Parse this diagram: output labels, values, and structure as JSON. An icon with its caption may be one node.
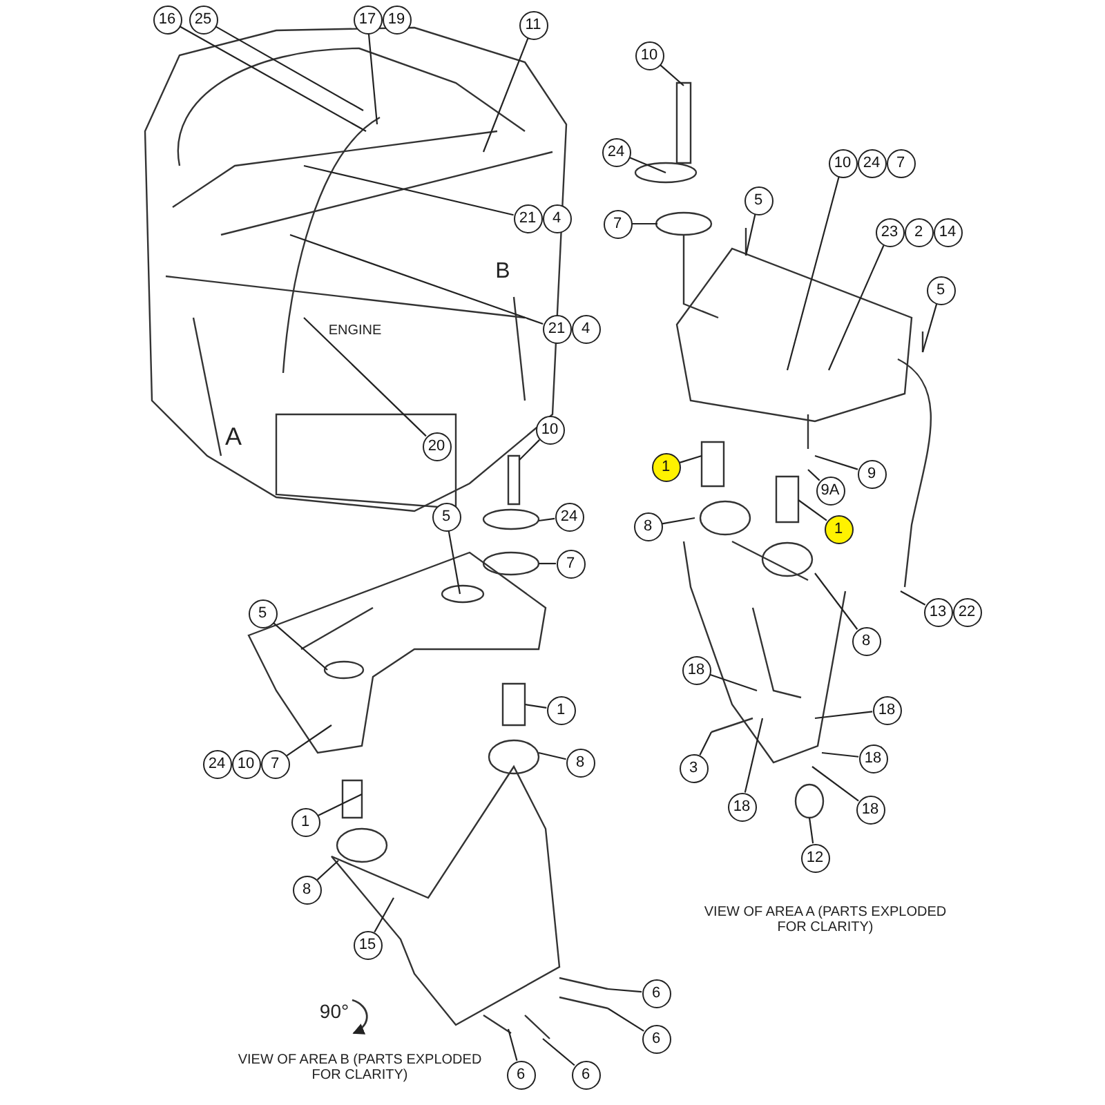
{
  "diagram": {
    "nodes": [
      {
        "text": [
          "16"
        ]
      },
      {
        "text": [
          "25"
        ]
      },
      {
        "text": [
          "17"
        ]
      },
      {
        "text": [
          "19"
        ]
      },
      {
        "text": [
          "11"
        ]
      },
      {
        "text": [
          "21"
        ]
      },
      {
        "text": [
          "4"
        ]
      },
      {
        "text": [
          "21"
        ]
      },
      {
        "text": [
          "4"
        ]
      },
      {
        "text": [
          "20"
        ]
      },
      {
        "text": [
          "10"
        ]
      },
      {
        "text": [
          "24"
        ]
      },
      {
        "text": [
          "7"
        ]
      },
      {
        "text": [
          "5"
        ]
      },
      {
        "text": [
          "10"
        ]
      },
      {
        "text": [
          "24"
        ]
      },
      {
        "text": [
          "7"
        ]
      },
      {
        "text": [
          "23"
        ]
      },
      {
        "text": [
          "2"
        ]
      },
      {
        "text": [
          "14"
        ]
      },
      {
        "text": [
          "5"
        ]
      },
      {
        "text": [
          "1"
        ]
      },
      {
        "text": [
          "9"
        ]
      },
      {
        "text": [
          "9A"
        ]
      },
      {
        "text": [
          "1"
        ]
      },
      {
        "text": [
          "8"
        ]
      },
      {
        "text": [
          "8"
        ]
      },
      {
        "text": [
          "13"
        ]
      },
      {
        "text": [
          "22"
        ]
      },
      {
        "text": [
          "18"
        ]
      },
      {
        "text": [
          "18"
        ]
      },
      {
        "text": [
          "3"
        ]
      },
      {
        "text": [
          "18"
        ]
      },
      {
        "text": [
          "18"
        ]
      },
      {
        "text": [
          "18"
        ]
      },
      {
        "text": [
          "12"
        ]
      },
      {
        "text": [
          "10"
        ]
      },
      {
        "text": [
          "5"
        ]
      },
      {
        "text": [
          "24"
        ]
      },
      {
        "text": [
          "7"
        ]
      },
      {
        "text": [
          "5"
        ]
      },
      {
        "text": [
          "1"
        ]
      },
      {
        "text": [
          "24"
        ]
      },
      {
        "text": [
          "10"
        ]
      },
      {
        "text": [
          "7"
        ]
      },
      {
        "text": [
          "8"
        ]
      },
      {
        "text": [
          "1"
        ]
      },
      {
        "text": [
          "8"
        ]
      },
      {
        "text": [
          "15"
        ]
      },
      {
        "text": [
          "6"
        ]
      },
      {
        "text": [
          "6"
        ]
      },
      {
        "text": [
          "6"
        ]
      },
      {
        "text": [
          "6"
        ]
      }
    ],
    "edges": [
      {
        "from": 0,
        "to": null,
        "arrow": "none"
      },
      {
        "from": 1,
        "to": null,
        "arrow": "none"
      },
      {
        "from": 2,
        "to": null,
        "arrow": "none"
      },
      {
        "from": 4,
        "to": null,
        "arrow": "none"
      },
      {
        "from": 5,
        "to": null,
        "arrow": "none"
      },
      {
        "from": 7,
        "to": null,
        "arrow": "none"
      },
      {
        "from": 9,
        "to": null,
        "arrow": "none"
      },
      {
        "from": 10,
        "to": null,
        "arrow": "none"
      },
      {
        "from": 11,
        "to": null,
        "arrow": "none"
      },
      {
        "from": 12,
        "to": null,
        "arrow": "none"
      },
      {
        "from": 13,
        "to": null,
        "arrow": "none"
      },
      {
        "from": 14,
        "to": null,
        "arrow": "none"
      },
      {
        "from": 17,
        "to": null,
        "arrow": "none"
      },
      {
        "from": 20,
        "to": null,
        "arrow": "none"
      },
      {
        "from": 21,
        "to": null,
        "arrow": "none"
      },
      {
        "from": 22,
        "to": null,
        "arrow": "none"
      },
      {
        "from": 23,
        "to": null,
        "arrow": "none"
      },
      {
        "from": 24,
        "to": null,
        "arrow": "none"
      },
      {
        "from": 25,
        "to": null,
        "arrow": "none"
      },
      {
        "from": 26,
        "to": null,
        "arrow": "none"
      },
      {
        "from": 27,
        "to": null,
        "arrow": "none"
      },
      {
        "from": 29,
        "to": null,
        "arrow": "none"
      },
      {
        "from": 30,
        "to": null,
        "arrow": "none"
      },
      {
        "from": 31,
        "to": null,
        "arrow": "none"
      },
      {
        "from": 32,
        "to": null,
        "arrow": "none"
      },
      {
        "from": 33,
        "to": null,
        "arrow": "none"
      },
      {
        "from": 34,
        "to": null,
        "arrow": "none"
      },
      {
        "from": 35,
        "to": null,
        "arrow": "none"
      },
      {
        "from": 36,
        "to": null,
        "arrow": "none"
      },
      {
        "from": 37,
        "to": null,
        "arrow": "none"
      },
      {
        "from": 38,
        "to": null,
        "arrow": "none"
      },
      {
        "from": 39,
        "to": null,
        "arrow": "none"
      },
      {
        "from": 40,
        "to": null,
        "arrow": "none"
      },
      {
        "from": 41,
        "to": null,
        "arrow": "none"
      },
      {
        "from": 44,
        "to": null,
        "arrow": "none"
      },
      {
        "from": 45,
        "to": null,
        "arrow": "none"
      },
      {
        "from": 46,
        "to": null,
        "arrow": "none"
      },
      {
        "from": 47,
        "to": null,
        "arrow": "none"
      },
      {
        "from": 48,
        "to": null,
        "arrow": "none"
      },
      {
        "from": 49,
        "to": null,
        "arrow": "none"
      },
      {
        "from": 50,
        "to": null,
        "arrow": "none"
      },
      {
        "from": 51,
        "to": null,
        "arrow": "none"
      },
      {
        "from": 52,
        "to": null,
        "arrow": "none"
      }
    ],
    "labels": [
      "B",
      "ENGINE",
      "A",
      "VIEW OF AREA A (PARTS EXPLODED FOR CLARITY)",
      "90°",
      "VIEW OF AREA B (PARTS EXPLODED FOR CLARITY)"
    ]
  }
}
